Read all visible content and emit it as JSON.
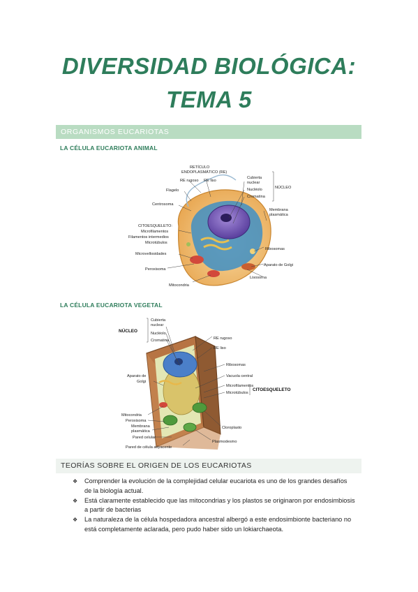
{
  "title": {
    "line1": "DIVERSIDAD BIOLÓGICA:",
    "line2": "TEMA 5"
  },
  "section1": {
    "heading": "ORGANISMOS EUCARIOTAS",
    "animal": {
      "subtitle": "LA CÉLULA EUCARIOTA ANIMAL",
      "labels": {
        "reticulo": "RETÍCULO",
        "endoplasmatico": "ENDOPLASMÁTICO (RE)",
        "re_rugoso": "RE rugoso",
        "re_liso": "RE liso",
        "cubierta": "Cubierta",
        "nuclear": "nuclear",
        "nucleolo": "Nucléolo",
        "cromatina": "Cromatina",
        "nucleo": "NÚCLEO",
        "flagelo": "Flagelo",
        "centrosoma": "Centrosoma",
        "membrana": "Membrana",
        "plasmatica": "plasmática",
        "citoesqueleto": "CITOESQUELETO:",
        "microfilamentos": "Microfilamentos",
        "filamentos": "Filamentos intermedios",
        "microtubulos": "Microtúbulos",
        "microvellosidades": "Microvellosidades",
        "ribosomas": "Ribosomas",
        "aparato": "Aparato de Golgi",
        "peroxisoma": "Peroxisoma",
        "lisosoma": "Lisosoma",
        "mitocondria": "Mitocondria"
      }
    },
    "vegetal": {
      "subtitle": "LA CÉLULA EUCARIOTA VEGETAL",
      "labels": {
        "nucleo": "NÚCLEO",
        "cubierta": "Cubierta",
        "nuclear": "nuclear",
        "nucleolo": "Nucléolo",
        "cromatina": "Cromatina",
        "re_rugoso": "RE rugoso",
        "re_liso": "RE liso",
        "ribosomas": "Ribosomas",
        "vacuola": "Vacuola central",
        "microfilamentos": "Microfilamentos",
        "microtubulos": "Microtúbulos",
        "citoesqueleto": "CITOESQUELETO",
        "aparato1": "Aparato de",
        "aparato2": "Golgi",
        "mitocondria": "Mitocondria",
        "peroxisoma": "Peroxisoma",
        "membrana1": "Membrana",
        "membrana2": "plasmática",
        "pared": "Pared celular",
        "pared_ady": "Pared de célula adyacente",
        "cloroplasto": "Cloroplasto",
        "plasmodesmo": "Plasmodesmo"
      }
    }
  },
  "section2": {
    "heading": "TEORÍAS SOBRE EL ORIGEN DE LOS EUCARIOTAS",
    "bullet_icon": "diamond-bullet-icon",
    "bullets": [
      "Comprender la evolución de la complejidad celular eucariota es uno de los grandes desafíos de la biología actual.",
      "Está claramente establecido que las mitocondrias y los plastos se originaron por endosimbiosis a partir de bacterias",
      "La naturaleza de la célula hospedadora ancestral albergó a este endosimbionte bacteriano no está completamente aclarada, pero pudo haber sido un lokiarchaeota."
    ]
  },
  "colors": {
    "accent": "#2e7d5b",
    "band_green": "#b9dcc2",
    "band_grey": "#eef3ef"
  }
}
